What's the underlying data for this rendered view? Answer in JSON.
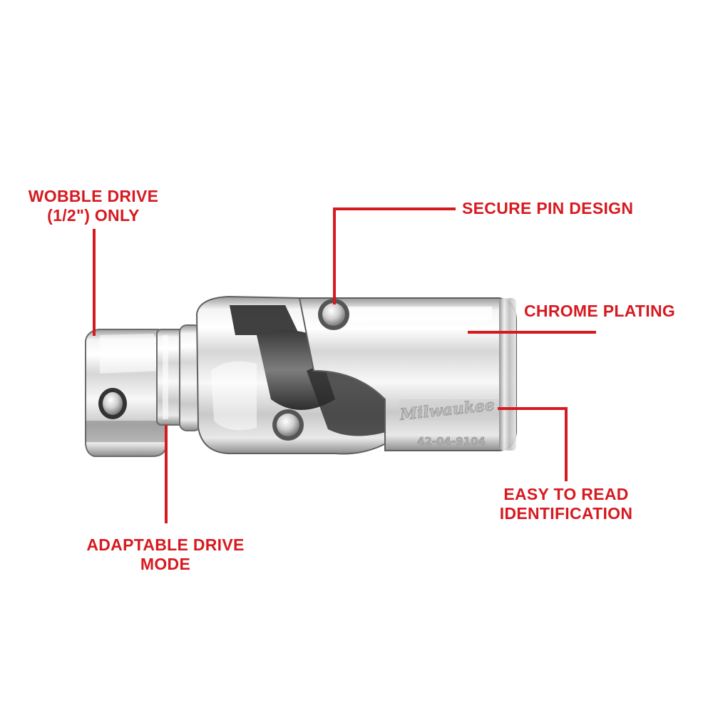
{
  "accent_color": "#d71920",
  "product": {
    "brand": "Milwaukee",
    "part_number": "42-04-9104"
  },
  "callouts": {
    "wobble_drive": {
      "line1": "WOBBLE DRIVE",
      "line2": "(1/2\") ONLY"
    },
    "secure_pin": {
      "text": "SECURE PIN DESIGN"
    },
    "chrome_plating": {
      "text": "CHROME  PLATING"
    },
    "easy_read": {
      "line1": "EASY TO READ",
      "line2": "IDENTIFICATION"
    },
    "adaptable_drive": {
      "line1": "ADAPTABLE DRIVE",
      "line2": "MODE"
    }
  }
}
